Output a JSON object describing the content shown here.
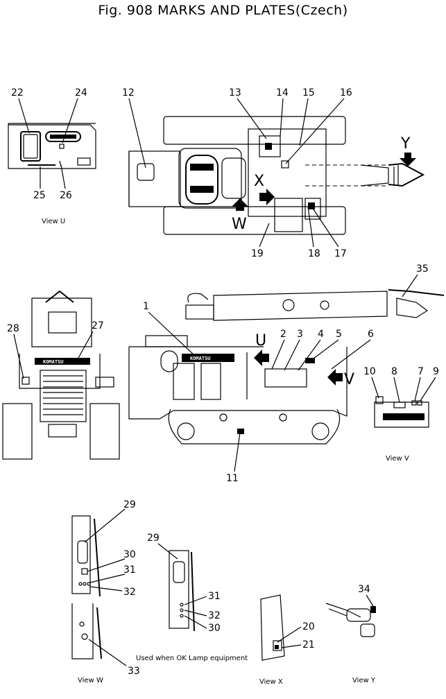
{
  "title": "Fig. 908 MARKS AND PLATES(Czech)",
  "brand": "KOMATSU",
  "note": "Used when OK Lamp equipment",
  "view_labels": {
    "u": "View U",
    "v": "View V",
    "w": "View W",
    "x": "View X",
    "y": "View Y"
  },
  "arrow_letters": {
    "u": "U",
    "v": "V",
    "w": "W",
    "x": "X",
    "y": "Y"
  },
  "callouts": {
    "n1": "1",
    "n2": "2",
    "n3": "3",
    "n4": "4",
    "n5": "5",
    "n6": "6",
    "n7": "7",
    "n8": "8",
    "n9": "9",
    "n10": "10",
    "n11": "11",
    "n12": "12",
    "n13": "13",
    "n14": "14",
    "n15": "15",
    "n16": "16",
    "n17": "17",
    "n18": "18",
    "n19": "19",
    "n20": "20",
    "n21": "21",
    "n22": "22",
    "n24": "24",
    "n25": "25",
    "n26": "26",
    "n27": "27",
    "n28": "28",
    "n29a": "29",
    "n29b": "29",
    "n30a": "30",
    "n30b": "30",
    "n31a": "31",
    "n31b": "31",
    "n32a": "32",
    "n32b": "32",
    "n33": "33",
    "n34": "34",
    "n35": "35"
  }
}
